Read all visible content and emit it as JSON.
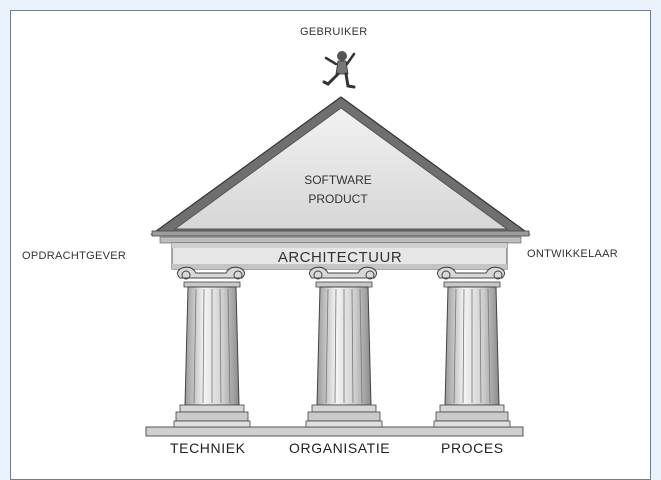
{
  "diagram": {
    "user_label": "GEBRUIKER",
    "pediment_text_line1": "SOFTWARE",
    "pediment_text_line2": "PRODUCT",
    "entablature_text": "ARCHITECTUUR",
    "left_label": "OPDRACHTGEVER",
    "right_label": "ONTWIKKELAAR",
    "pillars": [
      {
        "label": "TECHNIEK"
      },
      {
        "label": "ORGANISATIE"
      },
      {
        "label": "PROCES"
      }
    ]
  },
  "colors": {
    "page_bg": "#e9f1fa",
    "frame_border": "#6f7f90",
    "stone_light": "#eeeeee",
    "stone_mid": "#c9c9c9",
    "stone_dark": "#8c8c8c",
    "outline": "#444444"
  }
}
